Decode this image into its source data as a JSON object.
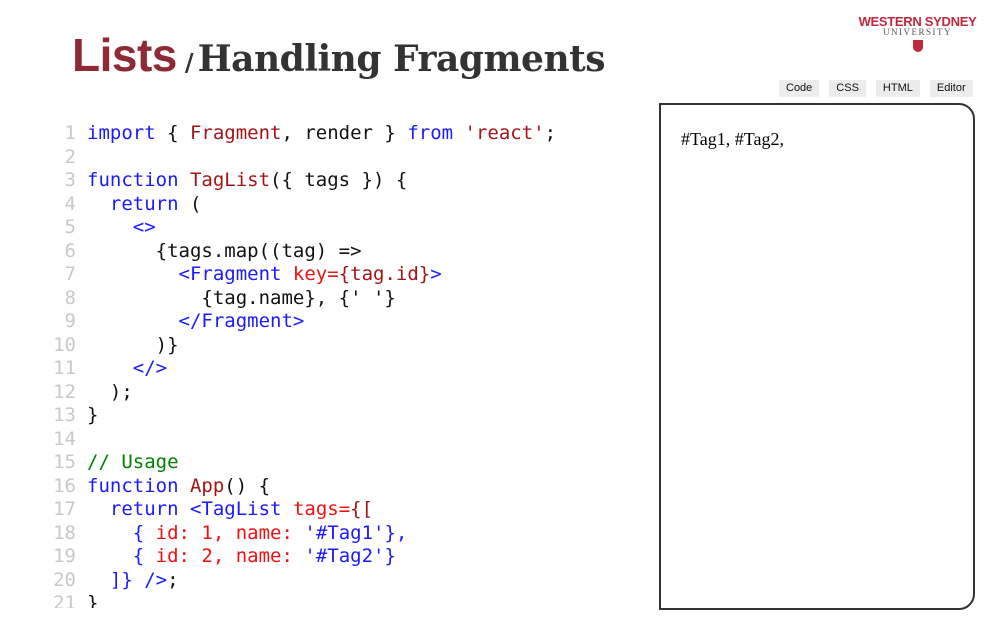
{
  "title": {
    "main": "Lists",
    "separator": "/",
    "sub": "Handling Fragments"
  },
  "logo": {
    "line1": "WESTERN SYDNEY",
    "line2": "UNIVERSITY"
  },
  "tabs": [
    "Code",
    "CSS",
    "HTML",
    "Editor"
  ],
  "colors": {
    "keyword": "#1a1aff",
    "function": "#a31515",
    "attribute": "#ee1111",
    "comment": "#008000",
    "title_accent": "#8e2a35"
  },
  "code": [
    [
      [
        "import",
        "k"
      ],
      [
        " { ",
        "p"
      ],
      [
        "Fragment",
        "f"
      ],
      [
        ", render } ",
        "p"
      ],
      [
        "from",
        "k"
      ],
      [
        " ",
        "p"
      ],
      [
        "'react'",
        "f"
      ],
      [
        ";",
        "p"
      ]
    ],
    [],
    [
      [
        "function",
        "k"
      ],
      [
        " ",
        "p"
      ],
      [
        "TagList",
        "f"
      ],
      [
        "({ tags }) {",
        "p"
      ]
    ],
    [
      [
        "  ",
        "p"
      ],
      [
        "return",
        "k"
      ],
      [
        " (",
        "p"
      ]
    ],
    [
      [
        "    ",
        "p"
      ],
      [
        "<>",
        "k"
      ]
    ],
    [
      [
        "      {tags.map((tag) =>",
        "p"
      ]
    ],
    [
      [
        "        ",
        "p"
      ],
      [
        "<Fragment",
        "k"
      ],
      [
        " ",
        "p"
      ],
      [
        "key=",
        "a"
      ],
      [
        "{tag.id}",
        "f"
      ],
      [
        ">",
        "k"
      ]
    ],
    [
      [
        "          {tag.name}, {' '}",
        "p"
      ]
    ],
    [
      [
        "        ",
        "p"
      ],
      [
        "</Fragment>",
        "k"
      ]
    ],
    [
      [
        "      )}",
        "p"
      ]
    ],
    [
      [
        "    ",
        "p"
      ],
      [
        "</>",
        "k"
      ]
    ],
    [
      [
        "  );",
        "p"
      ]
    ],
    [
      [
        "}",
        "p"
      ]
    ],
    [],
    [
      [
        "// Usage",
        "c"
      ]
    ],
    [
      [
        "function",
        "k"
      ],
      [
        " ",
        "p"
      ],
      [
        "App",
        "f"
      ],
      [
        "() {",
        "p"
      ]
    ],
    [
      [
        "  ",
        "p"
      ],
      [
        "return",
        "k"
      ],
      [
        " ",
        "p"
      ],
      [
        "<TagList",
        "k"
      ],
      [
        " ",
        "p"
      ],
      [
        "tags=",
        "a"
      ],
      [
        "{[",
        "f"
      ]
    ],
    [
      [
        "    ",
        "p"
      ],
      [
        "{ ",
        "k"
      ],
      [
        "id: 1, name: ",
        "a"
      ],
      [
        "'#Tag1'",
        "k"
      ],
      [
        "},",
        "k"
      ]
    ],
    [
      [
        "    ",
        "p"
      ],
      [
        "{ ",
        "k"
      ],
      [
        "id: 2, name: ",
        "a"
      ],
      [
        "'#Tag2'",
        "k"
      ],
      [
        "}",
        "k"
      ]
    ],
    [
      [
        "  ",
        "p"
      ],
      [
        "]} />",
        "k"
      ],
      [
        ";",
        "p"
      ]
    ],
    [
      [
        "}",
        "p"
      ]
    ]
  ],
  "output": {
    "text": "#Tag1, #Tag2,"
  }
}
